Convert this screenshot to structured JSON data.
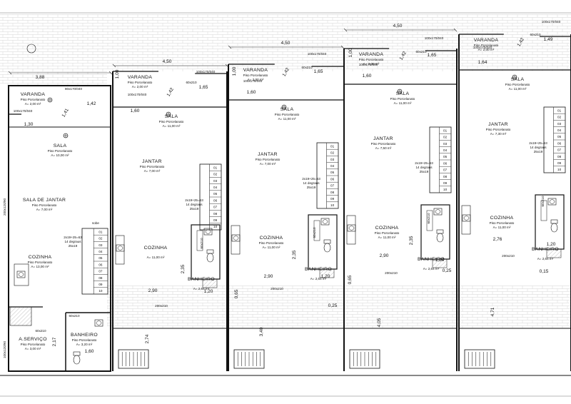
{
  "colors": {
    "wall": "#111111",
    "line": "#333333",
    "hatch": "#bfbfbf",
    "background": "#ffffff"
  },
  "units": [
    {
      "rooms": [
        {
          "name": "VARANDA",
          "floor": "Piso Porcelanato",
          "area": "A= 2,00 m²"
        },
        {
          "name": "SALA",
          "floor": "Piso Porcelanato",
          "area": "A= 10,00 m²"
        },
        {
          "name": "SALA DE JANTAR",
          "floor": "Piso Porcelanato",
          "area": "A= 7,00 m²"
        },
        {
          "name": "COZINHA",
          "floor": "Piso Porcelanato",
          "area": "A= 13,00 m²"
        },
        {
          "name": "A.SERVIÇO",
          "floor": "Piso Porcelanato",
          "area": "A= 3,00 m²"
        },
        {
          "name": "BANHEIRO",
          "floor": "Piso Porcelanato",
          "area": "A= 3,20 m²"
        }
      ],
      "dims": [
        "3,88",
        "1,42",
        "1,41",
        "1,30",
        "2,17",
        "1,60"
      ],
      "openings": [
        "80x170/040",
        "100x170/040",
        "60x210",
        "60x210",
        "200x120/90",
        "100x120/90"
      ],
      "stair": {
        "spec": "2x19+25=63",
        "steps": "14 degraus",
        "size": "25x19",
        "note": "sobe",
        "nums": [
          "01",
          "02",
          "03",
          "04",
          "05",
          "06",
          "07",
          "08",
          "09",
          "10"
        ]
      }
    },
    {
      "rooms": [
        {
          "name": "VARANDA",
          "floor": "Piso Porcelanato",
          "area": "A= 2,00 m²"
        },
        {
          "name": "SALA",
          "floor": "Piso Porcelanato",
          "area": "A= 11,00 m²"
        },
        {
          "name": "JANTAR",
          "floor": "Piso Porcelanato",
          "area": "A= 7,00 m²"
        },
        {
          "name": "COZINHA",
          "floor": "",
          "area": "A= 11,00 m²"
        },
        {
          "name": "BANHEIRO",
          "floor": "",
          "area": "A= 2,64 m²"
        }
      ],
      "dims": [
        "4,50",
        "1,00",
        "1,42",
        "1,65",
        "1,60",
        "2,35",
        "2,90",
        "1,20",
        "2,74"
      ],
      "openings": [
        "100x170/040",
        "100x170/040",
        "60x210",
        "200x210",
        "60x210"
      ],
      "stair": {
        "spec": "2x19+25=63",
        "steps": "14 degraus",
        "size": "25x19",
        "note": "",
        "nums": [
          "01",
          "02",
          "03",
          "04",
          "05",
          "06",
          "07",
          "08",
          "09",
          "10"
        ]
      }
    },
    {
      "rooms": [
        {
          "name": "VARANDA",
          "floor": "Piso Porcelanato",
          "area": "A= 2,00 m²"
        },
        {
          "name": "SALA",
          "floor": "Piso Porcelanato",
          "area": "A= 11,00 m²"
        },
        {
          "name": "JANTAR",
          "floor": "Piso Porcelanato",
          "area": "A= 7,00 m²"
        },
        {
          "name": "COZINHA",
          "floor": "Piso Porcelanato",
          "area": "A= 11,00 m²"
        },
        {
          "name": "BANHEIRO",
          "floor": "",
          "area": "A= 2,64 m²"
        }
      ],
      "dims": [
        "4,50",
        "1,00",
        "1,42",
        "1,65",
        "1,60",
        "2,35",
        "2,90",
        "1,20",
        "0,65",
        "0,25",
        "3,40"
      ],
      "openings": [
        "100x170/040",
        "100x170/040",
        "60x210",
        "200x210",
        "60x210"
      ],
      "stair": {
        "spec": "2x19+25=63",
        "steps": "14 degraus",
        "size": "25x19",
        "note": "",
        "nums": [
          "01",
          "02",
          "03",
          "04",
          "05",
          "06",
          "07",
          "08",
          "09",
          "10"
        ]
      }
    },
    {
      "rooms": [
        {
          "name": "VARANDA",
          "floor": "Piso Porcelanato",
          "area": "A= 2,00 m²"
        },
        {
          "name": "SALA",
          "floor": "Piso Porcelanato",
          "area": "A= 11,00 m²"
        },
        {
          "name": "JANTAR",
          "floor": "Piso Porcelanato",
          "area": "A= 7,50 m²"
        },
        {
          "name": "COZINHA",
          "floor": "Piso Porcelanato",
          "area": "A= 11,00 m²"
        },
        {
          "name": "BANHEIRO",
          "floor": "",
          "area": "A= 2,64 m²"
        }
      ],
      "dims": [
        "4,50",
        "1,00",
        "1,42",
        "1,65",
        "1,60",
        "2,35",
        "2,90",
        "1,20",
        "0,65",
        "0,25",
        "4,05"
      ],
      "openings": [
        "100x170/040",
        "100x170/040",
        "60x210",
        "200x210",
        "60x210"
      ],
      "stair": {
        "spec": "2x19+25=63",
        "steps": "14 degraus",
        "size": "25x19",
        "note": "",
        "nums": [
          "01",
          "02",
          "03",
          "04",
          "05",
          "06",
          "07",
          "08",
          "09",
          "10"
        ]
      }
    },
    {
      "rooms": [
        {
          "name": "VARANDA",
          "floor": "Piso Porcelanato",
          "area": "A= 2,00 m²"
        },
        {
          "name": "SALA",
          "floor": "Piso Porcelanato",
          "area": "A= 11,00 m²"
        },
        {
          "name": "JANTAR",
          "floor": "Piso Porcelanato",
          "area": "A= 7,30 m²"
        },
        {
          "name": "COZINHA",
          "floor": "Piso Porcelanato",
          "area": "A= 11,00 m²"
        },
        {
          "name": "BANHEIRO",
          "floor": "",
          "area": "A= 2,64 m²"
        }
      ],
      "dims": [
        "1,49",
        "1,42",
        "1,64",
        "2,76",
        "1,20",
        "0,15",
        "4,71"
      ],
      "openings": [
        "100x170/040",
        "100x170/040",
        "60x210",
        "200x210",
        "60x210"
      ],
      "stair": {
        "spec": "2x19+25=63",
        "steps": "14 degraus",
        "size": "25x19",
        "note": "",
        "nums": [
          "01",
          "02",
          "03",
          "04",
          "05",
          "06",
          "07",
          "08",
          "09",
          "10"
        ]
      }
    }
  ]
}
